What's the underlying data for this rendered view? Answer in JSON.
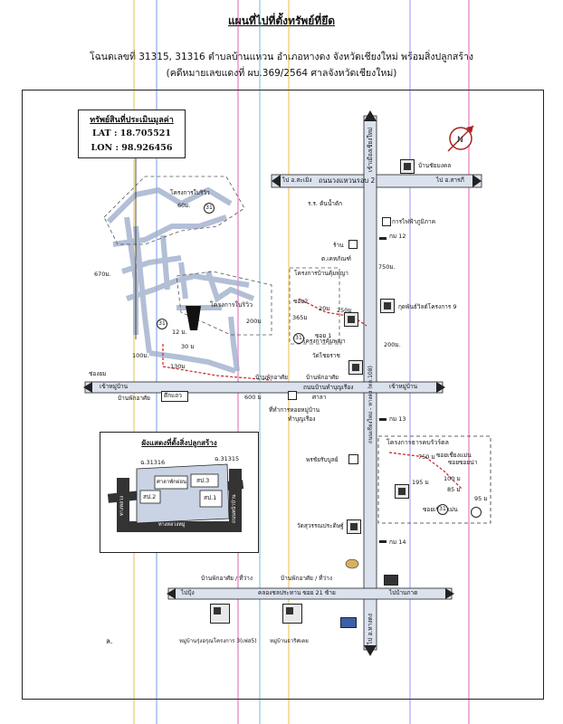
{
  "header": {
    "title": "แผนที่ไปที่ตั้งทรัพย์ที่ยึด",
    "line2": "โฉนดเลขที่ 31315, 31316 ตำบลบ้านแหวน อำเภอหางดง จังหวัดเชียงใหม่ พร้อมสิ่งปลูกสร้าง",
    "line3": "(คดีหมายเลขแดงที่  ผบ.369/2564 ศาลจังหวัดเชียงใหม่)"
  },
  "property_box": {
    "title": "ทรัพย์สินที่ประเมินมูลค่า",
    "lat": "LAT : 18.705521",
    "lon": "LON : 98.926456"
  },
  "roads": {
    "ring_road": "ถนนวงแหวนรอบ 2",
    "to_saraphi": "ไป อ.สารภี",
    "to_sanpatong": "ไป อ.สะเมิง",
    "to_chiangmai": "เข้าเมืองเชียงใหม่",
    "hangdong_road": "ถนนเชียงใหม่ - หางดง (ทล.108)",
    "village_road_west": "เข้าหมู่บ้าน",
    "village_road_east": "เข้าหมู่บ้าน",
    "village_road_name": "ถนนบ้านทำบุญเรือง",
    "canal_road": "คลองชลประทาน ซอย 21 ซ้าย",
    "to_pruksa": "ไปปุ้ง",
    "to_sanpatong_south": "ไปบ้านกาด",
    "to_hangdong_south": "ไป อ.หางดง"
  },
  "places": {
    "ban_chaimongkol": "บ้านชัยมงคล",
    "water_tower": "ร.ร. ต้นน้ำตัก",
    "pea": "การไฟฟ้าภูมิภาค",
    "km12": "กม 12",
    "km13": "กม 13",
    "km14": "กม 14",
    "shop": "ร้าน",
    "kor_kanchai": "ต.เคหภัณฑ์",
    "proj_baan_khumphaya_top": "โครงการบ้านคุ้มพญา",
    "proj_siriwiw_top": "โครงการใบริวิว",
    "proj_siriwiw": "โครงการใบริวิว",
    "proj_khumphaya": "โครงการคุ้มพญา",
    "kudphan_project": "กุดพันธ์วิลด์โครงการ 9",
    "wat_chaiyathan": "วัดไชยราช",
    "ban_phakrasai": "บ้านพักอาศัย",
    "ban_phakrasai2": "บ้านพักอาศัย",
    "ban_phakrasai3": "บ้านพักอาศัย",
    "sala": "ศาลา",
    "dek": "ตึกแถว",
    "mosque": "ที่ทำการหอยหมู่บ้าน",
    "mosque2": "ทำบุญเรือง",
    "pornchai": "พรชัยรับบูลย์",
    "wat_san": "วัดสุวรรณประดิษฐ์",
    "proj_suwannathep": "โครงการธารคบรัวร์ตล",
    "soi_chiangman": "ซอยเชี่ยงแม่น",
    "soi_chiangman2": "ซอยเชี่ยงแม่น",
    "soi_phakrasai": "ซอยซอยน่า",
    "mu_ban_srinuan": "หมู่บ้านรุ่งอรุณโครงการ 3(เฟส5)",
    "mu_ban_taramas": "หมู่บ้านธาริศเตย",
    "ban_phakrasai_s": "บ้านพักอาศัย / ที่ว่าง",
    "ban_phakrasai_s2": "บ้านพักอาศัย / ที่ว่าง",
    "khotng": "ช่องยม",
    "letter": "ล."
  },
  "distances": {
    "d60": "60ม.",
    "d670": "670ม.",
    "d750": "750ม.",
    "d200a": "200ม.",
    "d200b": "200ม",
    "d250": "250ม",
    "d365": "365ม",
    "d20": "20ม",
    "d12": "12 ม.",
    "d30": "30 ม",
    "d100": "100ม.",
    "d130": "130ม",
    "d600": "600 ม",
    "d750b": "750 ม",
    "d195": "195 ม",
    "d100b": "100 ม",
    "d85": "85 ม",
    "d95": "95 ม",
    "soi2": "ซอย2",
    "soi1": "ซอย 1"
  },
  "inset": {
    "title": "ผังแสดงที่ตั้งสิ่งปลูกสร้าง",
    "lot1": "ฉ.31316",
    "lot2": "ฉ.31315",
    "b_sala": "ศาลาพักผ่อน",
    "b3": "สป.3",
    "b2": "สป.2",
    "b1": "สป.1",
    "road_left": "ทางหลวง",
    "road_right": "ถนนหน้าบ้าน",
    "road_bottom": "ทางหลวงหมู่"
  },
  "colors": {
    "strip_colors": [
      "#e0a000",
      "#3a6be0",
      "#d02090",
      "#30a0c0",
      "#e0a000",
      "#6a6af0",
      "#d02090"
    ],
    "block": "#c9d3e4",
    "road": "#dbe2ee"
  }
}
